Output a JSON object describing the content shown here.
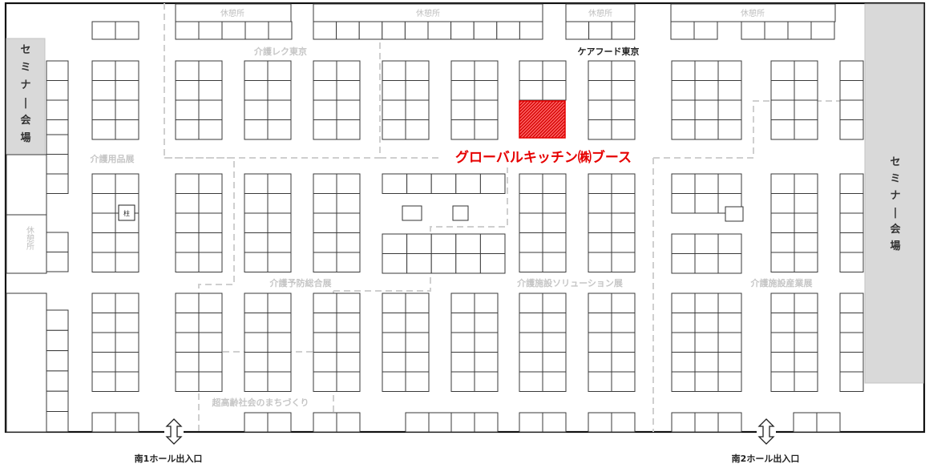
{
  "floor_map": {
    "rest_areas": [
      "休憩所",
      "休憩所",
      "休憩所",
      "休憩所"
    ],
    "left_rest_area": "休憩所",
    "seminar_left": "セミナー会場",
    "seminar_right": "セミナー会場",
    "zones": {
      "care_recreation": "介護レク東京",
      "care_food": "ケアフード東京",
      "care_supplies": "介護用品展",
      "care_prevention": "介護予防総合展",
      "facility_solution": "介護施設ソリューション展",
      "facility_industry": "介護施設産業展",
      "aging_city": "超高齢社会のまちづくり"
    },
    "highlight_booth": {
      "label": "グローバルキッチン㈱ブース",
      "color": "#e60000"
    },
    "pillar": "柱",
    "entrances": {
      "south1": "南1ホール出入口",
      "south2": "南2ホール出入口"
    }
  }
}
